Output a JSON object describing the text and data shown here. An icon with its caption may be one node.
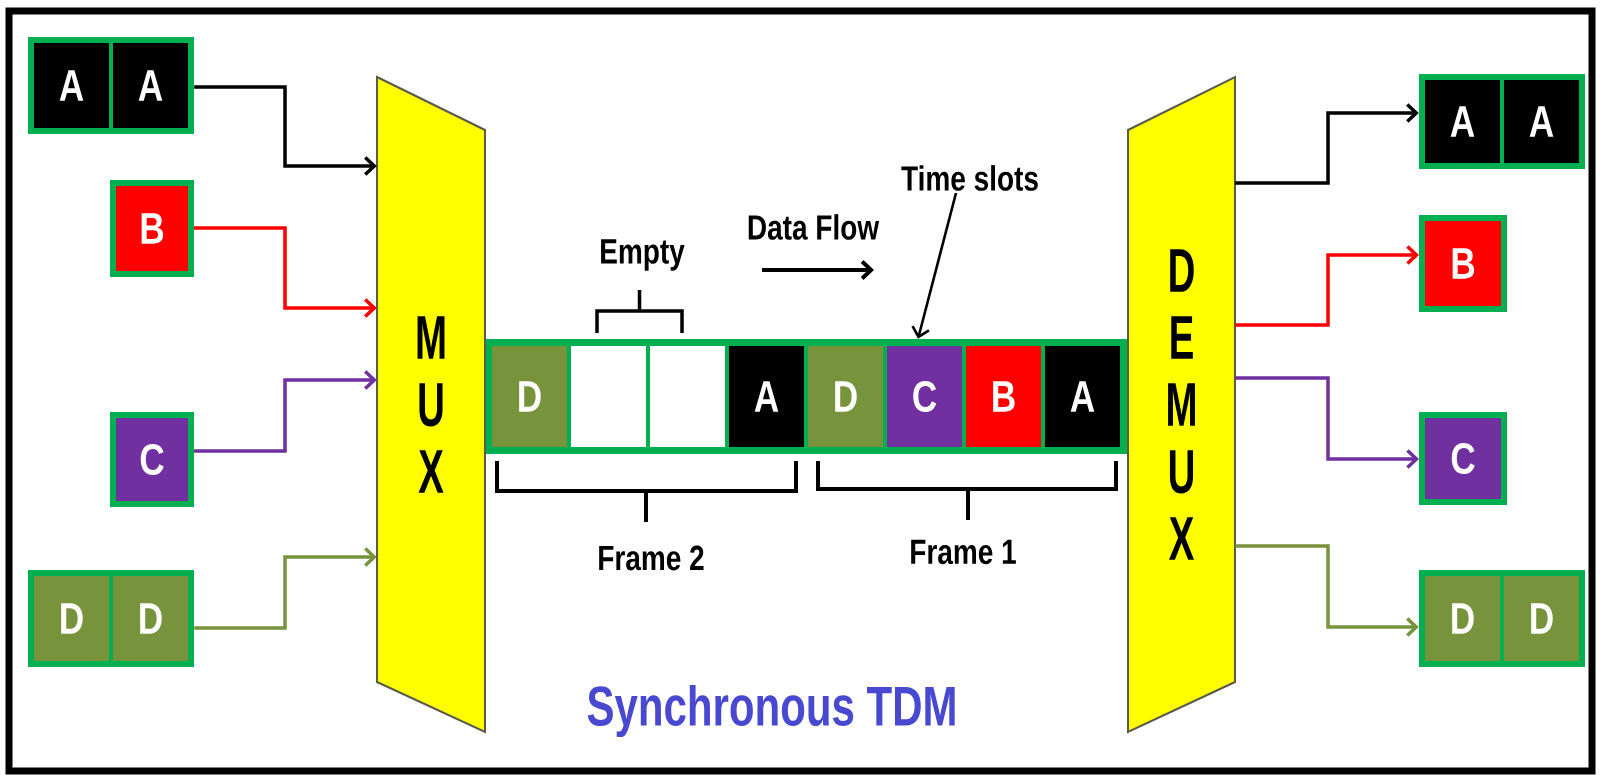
{
  "diagram": {
    "title": "Synchronous TDM",
    "nodes": [
      {
        "text": [],
        "shape": "box"
      },
      {
        "text": [
          "A"
        ],
        "in": 0
      },
      {
        "text": [
          "A"
        ],
        "in": 0
      },
      {
        "text": [
          "B"
        ]
      },
      {
        "text": [
          "C"
        ]
      },
      {
        "text": [],
        "shape": "box"
      },
      {
        "text": [
          "D"
        ],
        "in": 5
      },
      {
        "text": [
          "D"
        ],
        "in": 5
      },
      {
        "text": [
          "M U X"
        ]
      },
      {
        "text": [
          "Time slots"
        ]
      },
      {
        "text": [],
        "shape": "box"
      },
      {
        "text": [
          "D"
        ],
        "in": 10
      },
      {
        "text": [],
        "shape": "box",
        "in": 10
      },
      {
        "text": [],
        "shape": "box",
        "in": 10
      },
      {
        "text": [
          "A"
        ],
        "in": 10
      },
      {
        "text": [
          "D"
        ],
        "in": 10
      },
      {
        "text": [
          "C"
        ],
        "in": 10
      },
      {
        "text": [
          "B"
        ],
        "in": 10
      },
      {
        "text": [
          "A"
        ],
        "in": 10
      },
      {
        "text": [
          "D E M U X"
        ]
      },
      {
        "text": [],
        "shape": "box"
      },
      {
        "text": [
          "A"
        ],
        "in": 20
      },
      {
        "text": [
          "A"
        ],
        "in": 20
      },
      {
        "text": [
          "B"
        ]
      },
      {
        "text": [
          "C"
        ]
      },
      {
        "text": [],
        "shape": "box"
      },
      {
        "text": [
          "D"
        ],
        "in": 25
      },
      {
        "text": [
          "D"
        ],
        "in": 25
      }
    ],
    "edges": [
      {
        "from": 0,
        "to": 8,
        "arrow": "to"
      },
      {
        "from": 3,
        "to": 8,
        "arrow": "to",
        "color": "#ff0000"
      },
      {
        "from": 4,
        "to": 8,
        "arrow": "to",
        "color": "#7030a0"
      },
      {
        "from": 5,
        "to": 8,
        "arrow": "to",
        "color": "#77933c"
      },
      {
        "from": 19,
        "to": 20,
        "arrow": "to"
      },
      {
        "from": 19,
        "to": 23,
        "arrow": "to",
        "color": "#ff0000"
      },
      {
        "from": 19,
        "to": 24,
        "arrow": "to",
        "color": "#7030a0"
      },
      {
        "from": 19,
        "to": 25,
        "arrow": "to",
        "color": "#77933c"
      },
      {
        "from": 9,
        "to": 10,
        "arrow": "to"
      }
    ],
    "labels": [
      "Data Flow",
      "Empty",
      "Frame 2",
      "Frame 1"
    ]
  }
}
